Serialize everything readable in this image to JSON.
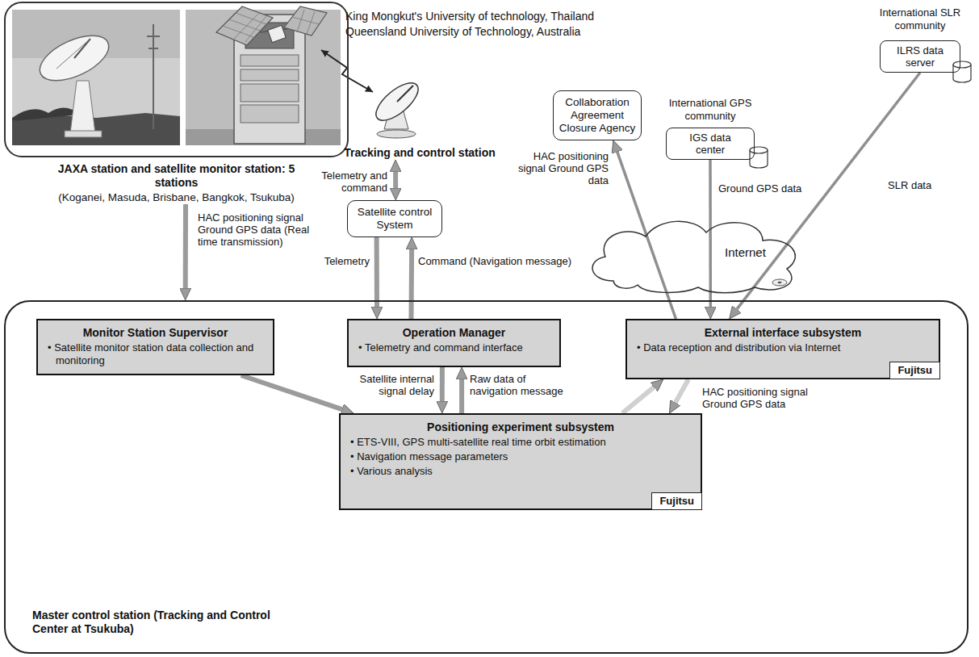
{
  "diagram": {
    "nodes": [
      {
        "text": [
          "JAXA station and satellite monitor station: 5 stations",
          "(Koganei, Masuda, Brisbane, Bangkok, Tsukuba)"
        ]
      },
      {
        "text": [
          "Tracking and control station"
        ]
      },
      {
        "text": [
          "Satellite control System"
        ]
      },
      {
        "text": [
          "Collaboration Agreement Closure Agency"
        ]
      },
      {
        "text": [
          "International GPS community",
          "IGS data center"
        ]
      },
      {
        "text": [
          "International SLR community",
          "ILRS data server"
        ]
      },
      {
        "text": [
          "Internet"
        ]
      },
      {
        "text": [
          "Master control station (Tracking and Control Center at Tsukuba)"
        ]
      },
      {
        "text": [
          "Monitor Station Supervisor",
          "• Satellite monitor station data collection and monitoring"
        ],
        "in": 7
      },
      {
        "text": [
          "Operation Manager",
          "• Telemetry and command interface"
        ],
        "in": 7
      },
      {
        "text": [
          "External interface subsystem",
          "• Data reception and distribution via Internet"
        ],
        "in": 7
      },
      {
        "text": [
          "Fujitsu"
        ],
        "in": 10
      },
      {
        "text": [
          "Positioning experiment subsystem",
          "• ETS-VIII, GPS multi-satellite real time orbit estimation",
          "• Navigation message parameters",
          "• Various analysis"
        ],
        "in": 7
      },
      {
        "text": [
          "Fujitsu"
        ],
        "in": 12
      }
    ],
    "edges": [
      {
        "from": 1,
        "to": 2,
        "arrow": "both",
        "label": "Telemetry and command"
      },
      {
        "from": 2,
        "to": 9,
        "arrow": "to",
        "label": "Telemetry"
      },
      {
        "from": 9,
        "to": 2,
        "arrow": "to",
        "label": "Command (Navigation message)"
      },
      {
        "from": 0,
        "to": 7,
        "arrow": "to",
        "label": "HAC positioning signal Ground GPS data (Real time transmission)"
      },
      {
        "from": 8,
        "to": 12,
        "arrow": "to"
      },
      {
        "from": 9,
        "to": 12,
        "arrow": "to",
        "label": "Satellite internal signal delay"
      },
      {
        "from": 12,
        "to": 9,
        "arrow": "to",
        "label": "Raw data of navigation message"
      },
      {
        "from": 12,
        "to": 10,
        "arrow": "to"
      },
      {
        "from": 10,
        "to": 12,
        "arrow": "to",
        "label": "HAC positioning signal Ground GPS data"
      },
      {
        "from": 10,
        "to": 3,
        "arrow": "to",
        "label": "HAC positioning signal Ground GPS data"
      },
      {
        "from": 4,
        "to": 10,
        "arrow": "to",
        "label": "Ground GPS data"
      },
      {
        "from": 5,
        "to": 10,
        "arrow": "to",
        "label": "SLR data"
      }
    ],
    "labels": [
      "King Mongkut's University of technology, Thailand",
      "Queensland University of Technology, Australia"
    ]
  }
}
